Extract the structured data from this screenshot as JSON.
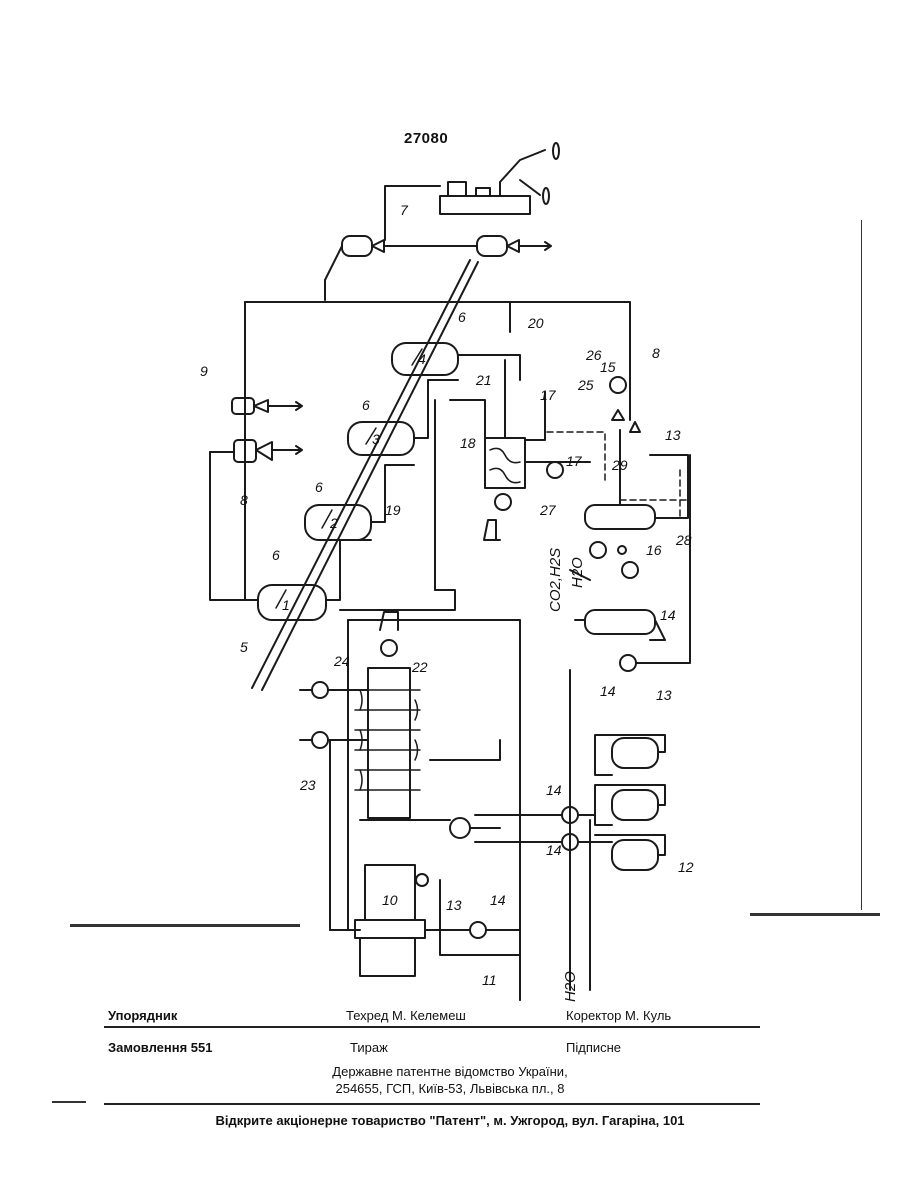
{
  "page_number": "27080",
  "scheme": {
    "callouts": [
      "1",
      "2",
      "3",
      "4",
      "5",
      "6",
      "6",
      "6",
      "6",
      "7",
      "8",
      "8",
      "9",
      "10",
      "11",
      "12",
      "13",
      "13",
      "13",
      "14",
      "14",
      "14",
      "14",
      "14",
      "15",
      "16",
      "17",
      "17",
      "18",
      "19",
      "20",
      "21",
      "22",
      "23",
      "24",
      "25",
      "26",
      "27",
      "28",
      "29"
    ],
    "stream_labels": {
      "gases": "CO2,H2S",
      "water_vapor": "H2O",
      "water_inlet": "H2O"
    }
  },
  "imprint": {
    "compiler": "Упорядник",
    "tech_editor": "Техред М. Келемеш",
    "proofreader": "Коректор М. Куль",
    "order": "Замовлення 551",
    "circulation": "Тираж",
    "subscription": "Підписне",
    "office_line1": "Державне патентне відомство України,",
    "office_line2": "254655, ГСП, Київ-53, Львівська пл., 8",
    "printer": "Відкрите акціонерне товариство \"Патент\", м. Ужгород, вул. Гагаріна, 101"
  }
}
